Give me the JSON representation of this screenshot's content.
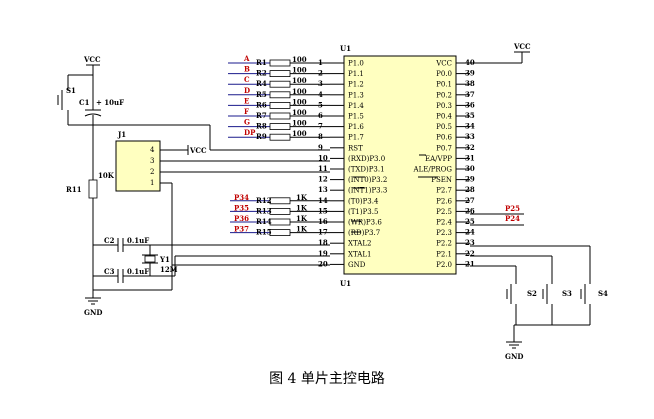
{
  "caption": "图 4 单片主控电路",
  "power": {
    "vcc_left": "VCC",
    "vcc_right": "VCC",
    "vcc_j1": "VCC",
    "gnd_left": "GND",
    "gnd_right": "GND"
  },
  "mcu": {
    "ref": "U1",
    "ref_bottom": "U1",
    "left_pins": [
      {
        "num": "1",
        "name": "P1.0"
      },
      {
        "num": "2",
        "name": "P1.1"
      },
      {
        "num": "3",
        "name": "P1.2"
      },
      {
        "num": "4",
        "name": "P1.3"
      },
      {
        "num": "5",
        "name": "P1.4"
      },
      {
        "num": "6",
        "name": "P1.5"
      },
      {
        "num": "7",
        "name": "P1.6"
      },
      {
        "num": "8",
        "name": "P1.7"
      },
      {
        "num": "9",
        "name": "RST"
      },
      {
        "num": "10",
        "name": "(RXD)P3.0"
      },
      {
        "num": "11",
        "name": "(TXD)P3.1"
      },
      {
        "num": "12",
        "name": "(INT0)P3.2"
      },
      {
        "num": "13",
        "name": "(INT1)P3.3"
      },
      {
        "num": "14",
        "name": "(T0)P3.4"
      },
      {
        "num": "15",
        "name": "(T1)P3.5"
      },
      {
        "num": "16",
        "name": "(WR)P3.6"
      },
      {
        "num": "17",
        "name": "(RD)P3.7"
      },
      {
        "num": "18",
        "name": "XTAL2"
      },
      {
        "num": "19",
        "name": "XTAL1"
      },
      {
        "num": "20",
        "name": "GND"
      }
    ],
    "right_pins": [
      {
        "num": "40",
        "name": "VCC"
      },
      {
        "num": "39",
        "name": "P0.0"
      },
      {
        "num": "38",
        "name": "P0.1"
      },
      {
        "num": "37",
        "name": "P0.2"
      },
      {
        "num": "36",
        "name": "P0.3"
      },
      {
        "num": "35",
        "name": "P0.4"
      },
      {
        "num": "34",
        "name": "P0.5"
      },
      {
        "num": "33",
        "name": "P0.6"
      },
      {
        "num": "32",
        "name": "P0.7"
      },
      {
        "num": "31",
        "name": "EA/VPP"
      },
      {
        "num": "30",
        "name": "ALE/PROG"
      },
      {
        "num": "29",
        "name": "PSEN"
      },
      {
        "num": "28",
        "name": "P2.7"
      },
      {
        "num": "27",
        "name": "P2.6"
      },
      {
        "num": "26",
        "name": "P2.5"
      },
      {
        "num": "25",
        "name": "P2.4"
      },
      {
        "num": "24",
        "name": "P2.3"
      },
      {
        "num": "23",
        "name": "P2.2"
      },
      {
        "num": "22",
        "name": "P2.1"
      },
      {
        "num": "21",
        "name": "P2.0"
      }
    ]
  },
  "p1_resistors": [
    {
      "net": "A",
      "ref": "R1",
      "value": "100"
    },
    {
      "net": "B",
      "ref": "R2",
      "value": "100"
    },
    {
      "net": "C",
      "ref": "R4",
      "value": "100"
    },
    {
      "net": "D",
      "ref": "R5",
      "value": "100"
    },
    {
      "net": "E",
      "ref": "R6",
      "value": "100"
    },
    {
      "net": "F",
      "ref": "R7",
      "value": "100"
    },
    {
      "net": "G",
      "ref": "R8",
      "value": "100"
    },
    {
      "net": "DP",
      "ref": "R9",
      "value": "100"
    }
  ],
  "p3_resistors": [
    {
      "net": "P34",
      "ref": "R12",
      "value": "1K"
    },
    {
      "net": "P35",
      "ref": "R13",
      "value": "1K"
    },
    {
      "net": "P36",
      "ref": "R14",
      "value": "1K"
    },
    {
      "net": "P37",
      "ref": "R15",
      "value": "1K"
    }
  ],
  "p2_nets": [
    "P25",
    "P24"
  ],
  "reset": {
    "switch": "S1",
    "cap": "C1",
    "cap_value": "+ 10uF",
    "res": "R11",
    "res_value": "10K"
  },
  "header": {
    "ref": "J1",
    "pins": [
      "4",
      "3",
      "2",
      "1"
    ]
  },
  "crystal": {
    "c2": "C2",
    "c2_value": "0.1uF",
    "c3": "C3",
    "c3_value": "0.1uF",
    "y": "Y1",
    "y_value": "12M"
  },
  "keys": [
    "S2",
    "S3",
    "S4"
  ],
  "colors": {
    "chip_fill": "#ffffc0",
    "net_label": "#c00000",
    "bus_wire": "#1a1a8c"
  }
}
